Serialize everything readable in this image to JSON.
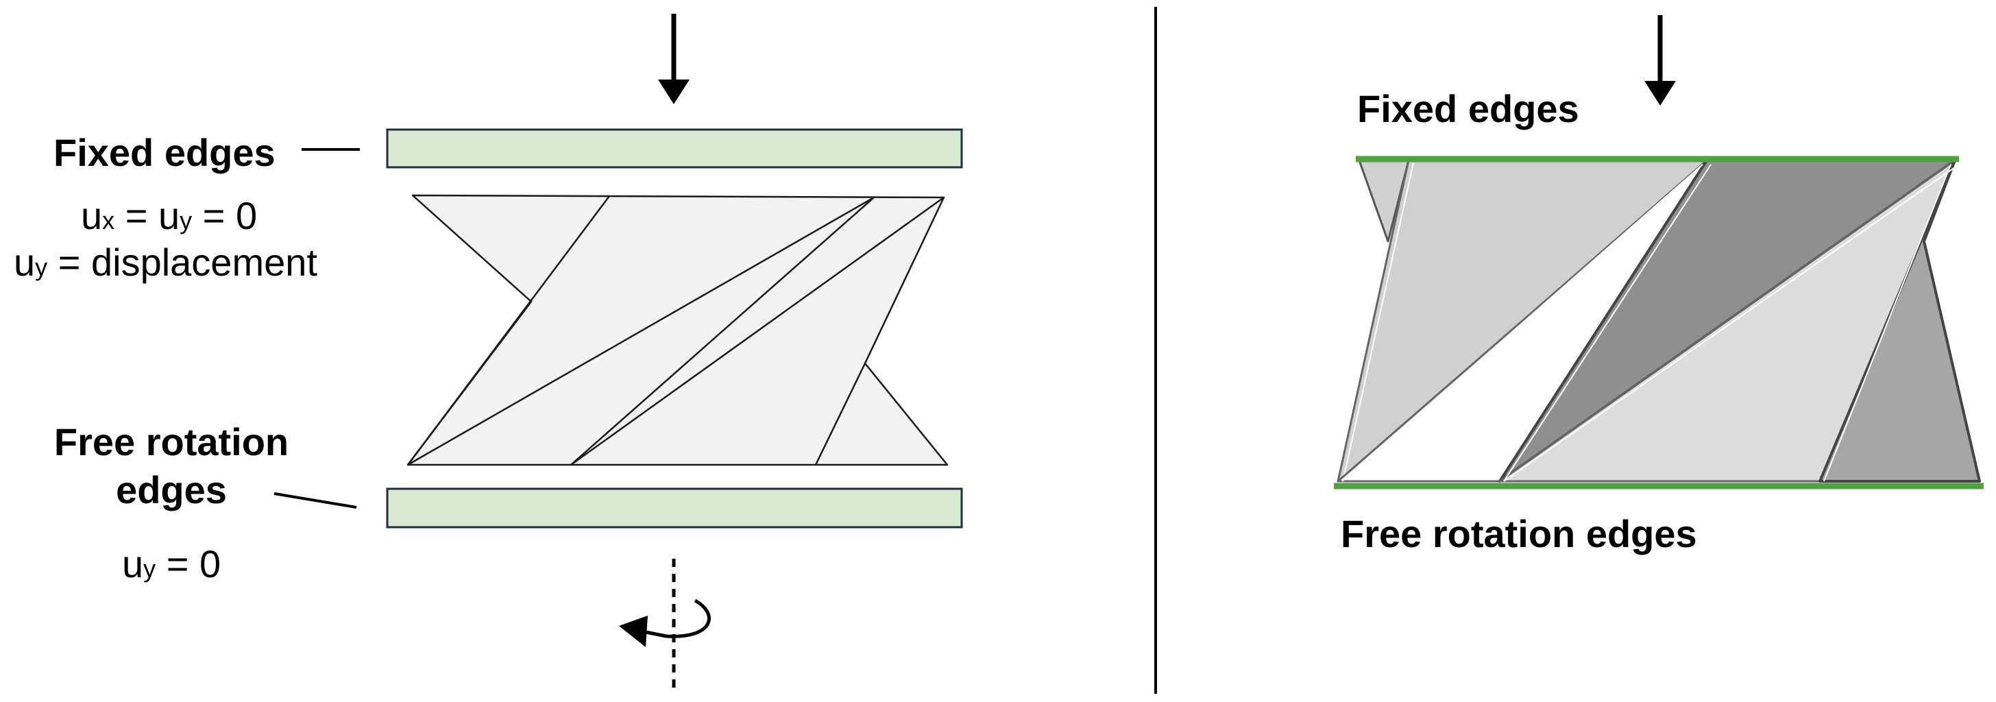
{
  "left_panel": {
    "top_label": "Fixed edges",
    "top_conditions": {
      "line1": {
        "u1": "u",
        "s1": "x",
        "mid": " = u",
        "s2": "y",
        "end": " = 0"
      },
      "line2": {
        "u1": "u",
        "s1": "y",
        "end": " = displacement"
      }
    },
    "bottom_label_line1": "Free rotation",
    "bottom_label_line2": "edges",
    "bottom_condition": {
      "u1": "u",
      "s1": "y",
      "end": " = 0"
    }
  },
  "right_panel": {
    "top_label": "Fixed edges",
    "bottom_label": "Free rotation edges"
  },
  "colors": {
    "plate_fill": "#d9ead3",
    "plate_stroke": "#1f2f3f",
    "panel_fill_light": "#f2f2f2",
    "green_edge": "#4ea33f",
    "shade_light": "#d0d0d0",
    "shade_mid": "#a6a6a6",
    "shade_dark": "#8f8f8f",
    "shade_pale": "#dcdcdc"
  },
  "icons": [
    "down-arrow-icon",
    "rotation-arrow-icon",
    "rotation-axis"
  ]
}
